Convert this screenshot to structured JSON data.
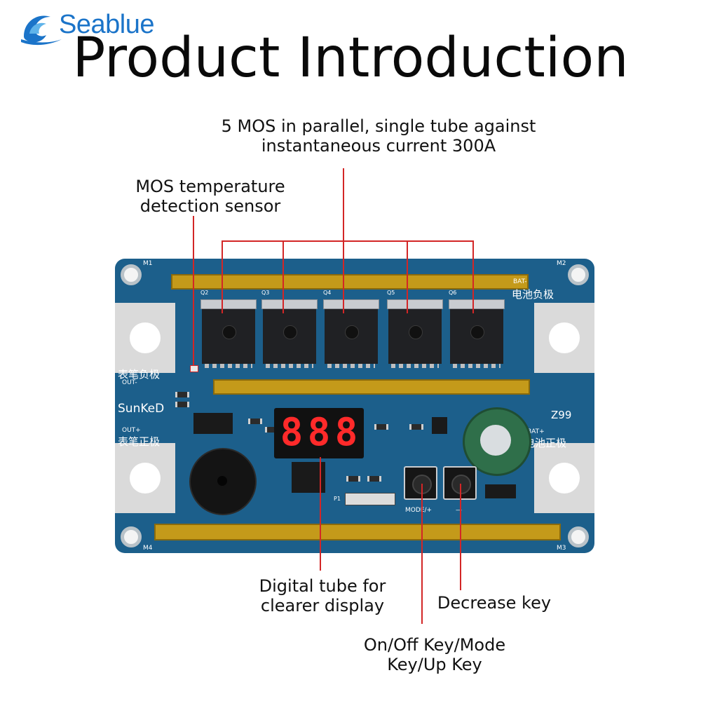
{
  "brand": {
    "name": "Seablue"
  },
  "title": "Product Introduction",
  "callouts": {
    "mos_parallel": {
      "line1": "5 MOS in parallel, single tube against",
      "line2": "instantaneous current 300A"
    },
    "temp_sensor": {
      "line1": "MOS temperature",
      "line2": "detection sensor"
    },
    "digital_tube": {
      "line1": "Digital tube for",
      "line2": "clearer display"
    },
    "decrease_key": {
      "line1": "Decrease key"
    },
    "mode_key": {
      "line1": "On/Off Key/Mode",
      "line2": "Key/Up Key"
    }
  },
  "board": {
    "mounting_labels": [
      "M1",
      "M2",
      "M3",
      "M4"
    ],
    "mos_labels": [
      "Q2",
      "Q3",
      "Q4",
      "Q5",
      "Q6"
    ],
    "bat_neg_label": "BAT-",
    "bat_neg_cn": "电池负极",
    "bat_pos_label": "BAT+",
    "bat_pos_cn": "电池正极",
    "out_neg_cn": "表笔负极",
    "out_neg_label": "OUT-",
    "out_pos_label": "OUT+",
    "out_pos_cn": "表笔正极",
    "maker": "SunKeD",
    "model": "Z99",
    "display_digits": [
      "8",
      "8",
      "8"
    ],
    "mode_button_label": "MODE/+",
    "minus_button_label": "—",
    "header_label": "P1"
  },
  "colors": {
    "pcb": "#1c5f8b",
    "callout_line": "#d32626",
    "brand": "#1b74c9",
    "segment": "#ff2a2a"
  }
}
